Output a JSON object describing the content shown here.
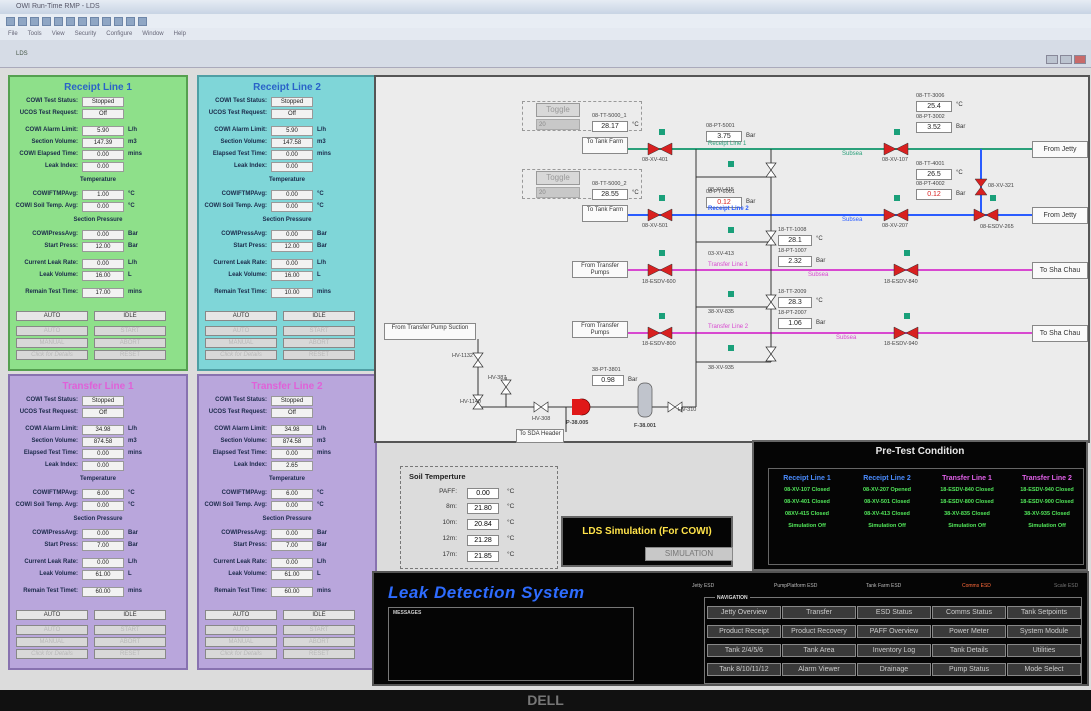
{
  "window": {
    "title": "OWI Run-Time RMP - LDS",
    "menu": [
      "File",
      "Tools",
      "View",
      "Security",
      "Configure",
      "Window",
      "Help"
    ],
    "child_label": "LDS"
  },
  "receipt_line_1": {
    "title": "Receipt Line 1",
    "rows": [
      {
        "label": "COWI Test Status:",
        "value": "Stopped",
        "unit": ""
      },
      {
        "label": "UCOS Test Request:",
        "value": "Off",
        "unit": ""
      },
      {
        "label": "COWI Alarm Limit:",
        "value": "5.90",
        "unit": "L/h"
      },
      {
        "label": "Section Volume:",
        "value": "147.39",
        "unit": "m3"
      },
      {
        "label": "COWI Elapsed Time:",
        "value": "0.00",
        "unit": "mins"
      },
      {
        "label": "Leak Index:",
        "value": "0.00",
        "unit": ""
      },
      {
        "label": "COWIFTMPAvg:",
        "value": "1.00",
        "unit": "°C"
      },
      {
        "label": "COWI Soil Temp. Avg:",
        "value": "0.00",
        "unit": "°C"
      },
      {
        "label": "COWIPressAvg:",
        "value": "0.00",
        "unit": "Bar"
      },
      {
        "label": "Start Press:",
        "value": "12.00",
        "unit": "Bar"
      },
      {
        "label": "Current Leak Rate:",
        "value": "0.00",
        "unit": "L/h"
      },
      {
        "label": "Leak Volume:",
        "value": "16.00",
        "unit": "L"
      },
      {
        "label": "Remain Test Time:",
        "value": "17.00",
        "unit": "mins"
      }
    ],
    "headers": {
      "temperature": "Temperature",
      "pressure": "Section Pressure"
    },
    "buttons": {
      "auto": "AUTO",
      "idle": "IDLE",
      "auto2": "AUTO",
      "start": "START",
      "manual": "MANUAL",
      "abort": "ABORT",
      "details": "Click for Details",
      "reset": "RESET"
    }
  },
  "receipt_line_2": {
    "title": "Receipt Line 2",
    "rows": [
      {
        "label": "COWI Test Status:",
        "value": "Stopped",
        "unit": ""
      },
      {
        "label": "UCOS Test Request:",
        "value": "Off",
        "unit": ""
      },
      {
        "label": "COWI Alarm Limit:",
        "value": "5.90",
        "unit": "L/h"
      },
      {
        "label": "Section Volume:",
        "value": "147.58",
        "unit": "m3"
      },
      {
        "label": "Elapsed Test Time:",
        "value": "0.00",
        "unit": "mins"
      },
      {
        "label": "Leak Index:",
        "value": "0.00",
        "unit": ""
      },
      {
        "label": "COWIFTMPAvg:",
        "value": "0.00",
        "unit": "°C"
      },
      {
        "label": "COWI Soil Temp. Avg:",
        "value": "0.00",
        "unit": "°C"
      },
      {
        "label": "COWIPressAvg:",
        "value": "0.00",
        "unit": "Bar"
      },
      {
        "label": "Start Press:",
        "value": "12.00",
        "unit": "Bar"
      },
      {
        "label": "Current Leak Rate:",
        "value": "0.00",
        "unit": "L/h"
      },
      {
        "label": "Leak Volume:",
        "value": "16.00",
        "unit": "L"
      },
      {
        "label": "Remain Test Time:",
        "value": "10.00",
        "unit": "mins"
      }
    ],
    "headers": {
      "temperature": "Temperature",
      "pressure": "Section Pressure"
    },
    "buttons": {
      "auto": "AUTO",
      "idle": "IDLE",
      "auto2": "AUTO",
      "start": "START",
      "manual": "MANUAL",
      "abort": "ABORT",
      "details": "Click for Details",
      "reset": "RESET"
    }
  },
  "transfer_line_1": {
    "title": "Transfer Line 1",
    "rows": [
      {
        "label": "COWI Test Status:",
        "value": "Stopped",
        "unit": ""
      },
      {
        "label": "UCOS Test Request:",
        "value": "Off",
        "unit": ""
      },
      {
        "label": "COWI Alarm Limit:",
        "value": "34.98",
        "unit": "L/h"
      },
      {
        "label": "Section Volume:",
        "value": "874.58",
        "unit": "m3"
      },
      {
        "label": "Elapsed Test Time:",
        "value": "0.00",
        "unit": "mins"
      },
      {
        "label": "Leak Index:",
        "value": "0.00",
        "unit": ""
      },
      {
        "label": "COWIFTMPAvg:",
        "value": "6.00",
        "unit": "°C"
      },
      {
        "label": "COWI Soil Temp. Avg:",
        "value": "0.00",
        "unit": "°C"
      },
      {
        "label": "COWIPressAvg:",
        "value": "0.00",
        "unit": "Bar"
      },
      {
        "label": "Start Press:",
        "value": "7.00",
        "unit": "Bar"
      },
      {
        "label": "Current Leak Rate:",
        "value": "0.00",
        "unit": "L/h"
      },
      {
        "label": "Leak Volume:",
        "value": "61.00",
        "unit": "L"
      },
      {
        "label": "Remain Test Timet:",
        "value": "60.00",
        "unit": "mins"
      }
    ],
    "headers": {
      "temperature": "Temperature",
      "pressure": "Section Pressure"
    },
    "buttons": {
      "auto": "AUTO",
      "idle": "IDLE",
      "auto2": "AUTO",
      "start": "START",
      "manual": "MANUAL",
      "abort": "ABORT",
      "details": "Click for Details",
      "reset": "RESET"
    }
  },
  "transfer_line_2": {
    "title": "Transfer Line 2",
    "rows": [
      {
        "label": "COWI Test Status:",
        "value": "Stopped",
        "unit": ""
      },
      {
        "label": "UCOS Test Request:",
        "value": "Off",
        "unit": ""
      },
      {
        "label": "COWI Alarm Limit:",
        "value": "34.98",
        "unit": "L/h"
      },
      {
        "label": "Section Volume:",
        "value": "874.58",
        "unit": "m3"
      },
      {
        "label": "Elapsed Test Time:",
        "value": "0.00",
        "unit": "mins"
      },
      {
        "label": "Leak Index:",
        "value": "2.65",
        "unit": ""
      },
      {
        "label": "COWIFTMPAvg:",
        "value": "6.00",
        "unit": "°C"
      },
      {
        "label": "COWI Soil Temp. Avg:",
        "value": "0.00",
        "unit": "°C"
      },
      {
        "label": "COWIPressAvg:",
        "value": "0.00",
        "unit": "Bar"
      },
      {
        "label": "Start Press:",
        "value": "7.00",
        "unit": "Bar"
      },
      {
        "label": "Current Leak Rate:",
        "value": "0.00",
        "unit": "L/h"
      },
      {
        "label": "Leak Volume:",
        "value": "61.00",
        "unit": "L"
      },
      {
        "label": "Remain Test Time:",
        "value": "60.00",
        "unit": "mins"
      }
    ],
    "headers": {
      "temperature": "Temperature",
      "pressure": "Section Pressure"
    },
    "buttons": {
      "auto": "AUTO",
      "idle": "IDLE",
      "auto2": "AUTO",
      "start": "START",
      "manual": "MANUAL",
      "abort": "ABORT",
      "details": "Click for Details",
      "reset": "RESET"
    }
  },
  "process": {
    "toggle1": {
      "label": "Toggle",
      "value": "20"
    },
    "toggle2": {
      "label": "Toggle",
      "value": "20"
    },
    "tags": {
      "tt5000_1": {
        "label": "08-TT-5000_1",
        "value": "28.17",
        "unit": "°C"
      },
      "tt5000_2": {
        "label": "08-TT-5000_2",
        "value": "28.55",
        "unit": "°C"
      },
      "pt5001a": {
        "label": "08-PT-5001",
        "value": "3.75",
        "unit": "Bar"
      },
      "pt6001": {
        "label": "08-PT-6001",
        "value": "0.12",
        "unit": "Bar"
      },
      "tt3006": {
        "label": "08-TT-3006",
        "value": "25.4",
        "unit": "°C"
      },
      "pt3002": {
        "label": "08-PT-3002",
        "value": "3.52",
        "unit": "Bar"
      },
      "tt4001": {
        "label": "08-TT-4001",
        "value": "26.5",
        "unit": "°C"
      },
      "pt4002": {
        "label": "08-PT-4002",
        "value": "0.12",
        "unit": "Bar"
      },
      "tt1008": {
        "label": "18-TT-1008",
        "value": "28.1",
        "unit": "°C"
      },
      "pt1007": {
        "label": "18-PT-1007",
        "value": "2.32",
        "unit": "Bar"
      },
      "tt2009": {
        "label": "18-TT-2009",
        "value": "28.3",
        "unit": "°C"
      },
      "pt2007": {
        "label": "18-PT-2007",
        "value": "1.06",
        "unit": "Bar"
      },
      "pt3801": {
        "label": "38-PT-3801",
        "value": "0.98",
        "unit": "Bar"
      }
    },
    "valves": [
      "08-XV-401",
      "08-XV-501",
      "08-XV-415",
      "03-XV-413",
      "38-XV-835",
      "38-XV-935",
      "08-XV-107",
      "08-XV-207",
      "08-XV-321",
      "08-ESDV-265",
      "18-ESDV-600",
      "18-ESDV-800",
      "18-ESDV-840",
      "18-ESDV-940",
      "HV-1132",
      "HV-387",
      "HV-1140",
      "HV-308",
      "HV-310",
      "P-38.005",
      "F-38.001"
    ],
    "lines": {
      "rl1": "Receipt Line 1",
      "rl2": "Receipt Line 2",
      "tl1": "Transfer Line 1",
      "tl2": "Transfer Line 2",
      "subsea": "Subsea"
    },
    "boxes": {
      "tank_farm": "To Tank Farm",
      "tank_farm2": "To Tank Farm",
      "from_pumps": "From Transfer Pumps",
      "from_pumps2": "From Transfer Pumps",
      "from_suction": "From Transfer Pump Suction",
      "sda": "To SDA Header",
      "jetty1": "From Jetty",
      "jetty2": "From Jetty",
      "sha1": "To Sha Chau",
      "sha2": "To Sha Chau"
    }
  },
  "soil": {
    "title": "Soil Temperture",
    "rows": [
      {
        "label": "PAFF:",
        "value": "0.00",
        "unit": "°C"
      },
      {
        "label": "8m:",
        "value": "21.80",
        "unit": "°C"
      },
      {
        "label": "10m:",
        "value": "20.84",
        "unit": "°C"
      },
      {
        "label": "12m:",
        "value": "21.28",
        "unit": "°C"
      },
      {
        "label": "17m:",
        "value": "21.85",
        "unit": "°C"
      }
    ]
  },
  "lds_sim": {
    "title": "LDS Simulation (For COWI)",
    "button": "SIMULATION"
  },
  "pretest": {
    "title": "Pre-Test Condition",
    "cols": [
      {
        "head": "Receipt Line 1",
        "color": "#4a8cff",
        "items": [
          "08-XV-107 Closed",
          "08-XV-401 Closed",
          "08XV-415 Closed",
          "Simulation Off"
        ]
      },
      {
        "head": "Receipt Line 2",
        "color": "#4a8cff",
        "items": [
          "08-XV-207 Opened",
          "08-XV-501 Closed",
          "08-XV-413 Closed",
          "Simulation Off"
        ]
      },
      {
        "head": "Transfer Line 1",
        "color": "#e060e8",
        "items": [
          "18-ESDV-840 Closed",
          "18-ESDV-800 Closed",
          "38-XV-835 Closed",
          "Simulation Off"
        ]
      },
      {
        "head": "Transfer Line 2",
        "color": "#e060e8",
        "items": [
          "18-ESDV-940 Closed",
          "18-ESDV-900 Closed",
          "38-XV-935 Closed",
          "Simulation Off"
        ]
      }
    ]
  },
  "bottom": {
    "title": "Leak Detection System",
    "messages_label": "MESSAGES",
    "status": [
      "Jetty ESD",
      "PumpPlatform ESD",
      "Tank Farm ESD",
      "Comms ESD",
      "Scale ESD"
    ],
    "status_colors": {
      "comms": "#ff6a3a"
    },
    "nav_label": "NAVIGATION",
    "nav": [
      [
        "Jetty Overview",
        "Transfer",
        "ESD Status",
        "Comms Status",
        "Tank Setpoints"
      ],
      [
        "Product Receipt",
        "Product Recovery",
        "PAFF Overview",
        "Power Meter",
        "System Module"
      ],
      [
        "Tank 2/4/5/6",
        "Tank Area",
        "Inventory Log",
        "Tank Details",
        "Utilities"
      ],
      [
        "Tank 8/10/11/12",
        "Alarm Viewer",
        "Drainage",
        "Pump Status",
        "Mode Select"
      ]
    ]
  },
  "bezel": {
    "brand": "DELL"
  }
}
